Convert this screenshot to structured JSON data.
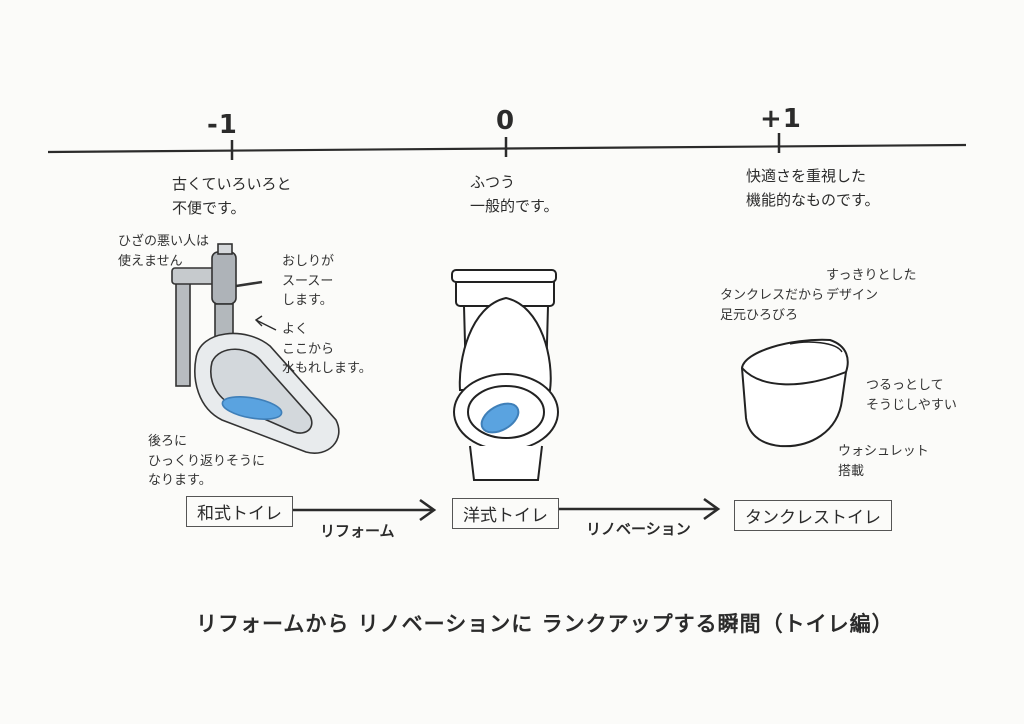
{
  "scale": {
    "ticks": [
      {
        "label": "-1",
        "description": "古くていろいろと\n不便です。"
      },
      {
        "label": "0",
        "description": "ふつう\n一般的です。"
      },
      {
        "label": "+1",
        "description": "快適さを重視した\n機能的なものです。"
      }
    ]
  },
  "toilets": [
    {
      "name": "和式トイレ",
      "notes": [
        "ひざの悪い人は\n使えません",
        "おしりが\nスースー\nします。",
        "よく\nここから\n水もれします。",
        "後ろに\nひっくり返りそうに\nなります。"
      ]
    },
    {
      "name": "洋式トイレ",
      "notes": []
    },
    {
      "name": "タンクレストイレ",
      "notes": [
        "タンクレスだから\n足元ひろびろ",
        "すっきりとした\nデザイン",
        "つるっとして\nそうじしやすい",
        "ウォシュレット\n搭載"
      ]
    }
  ],
  "transitions": [
    {
      "label": "リフォーム"
    },
    {
      "label": "リノベーション"
    }
  ],
  "footer": {
    "title": "リフォームから リノベーションに ランクアップする瞬間（トイレ編）"
  },
  "colors": {
    "ink": "#2b2b2b",
    "water": "#5aa3e0",
    "metal": "#9aa0a6"
  }
}
